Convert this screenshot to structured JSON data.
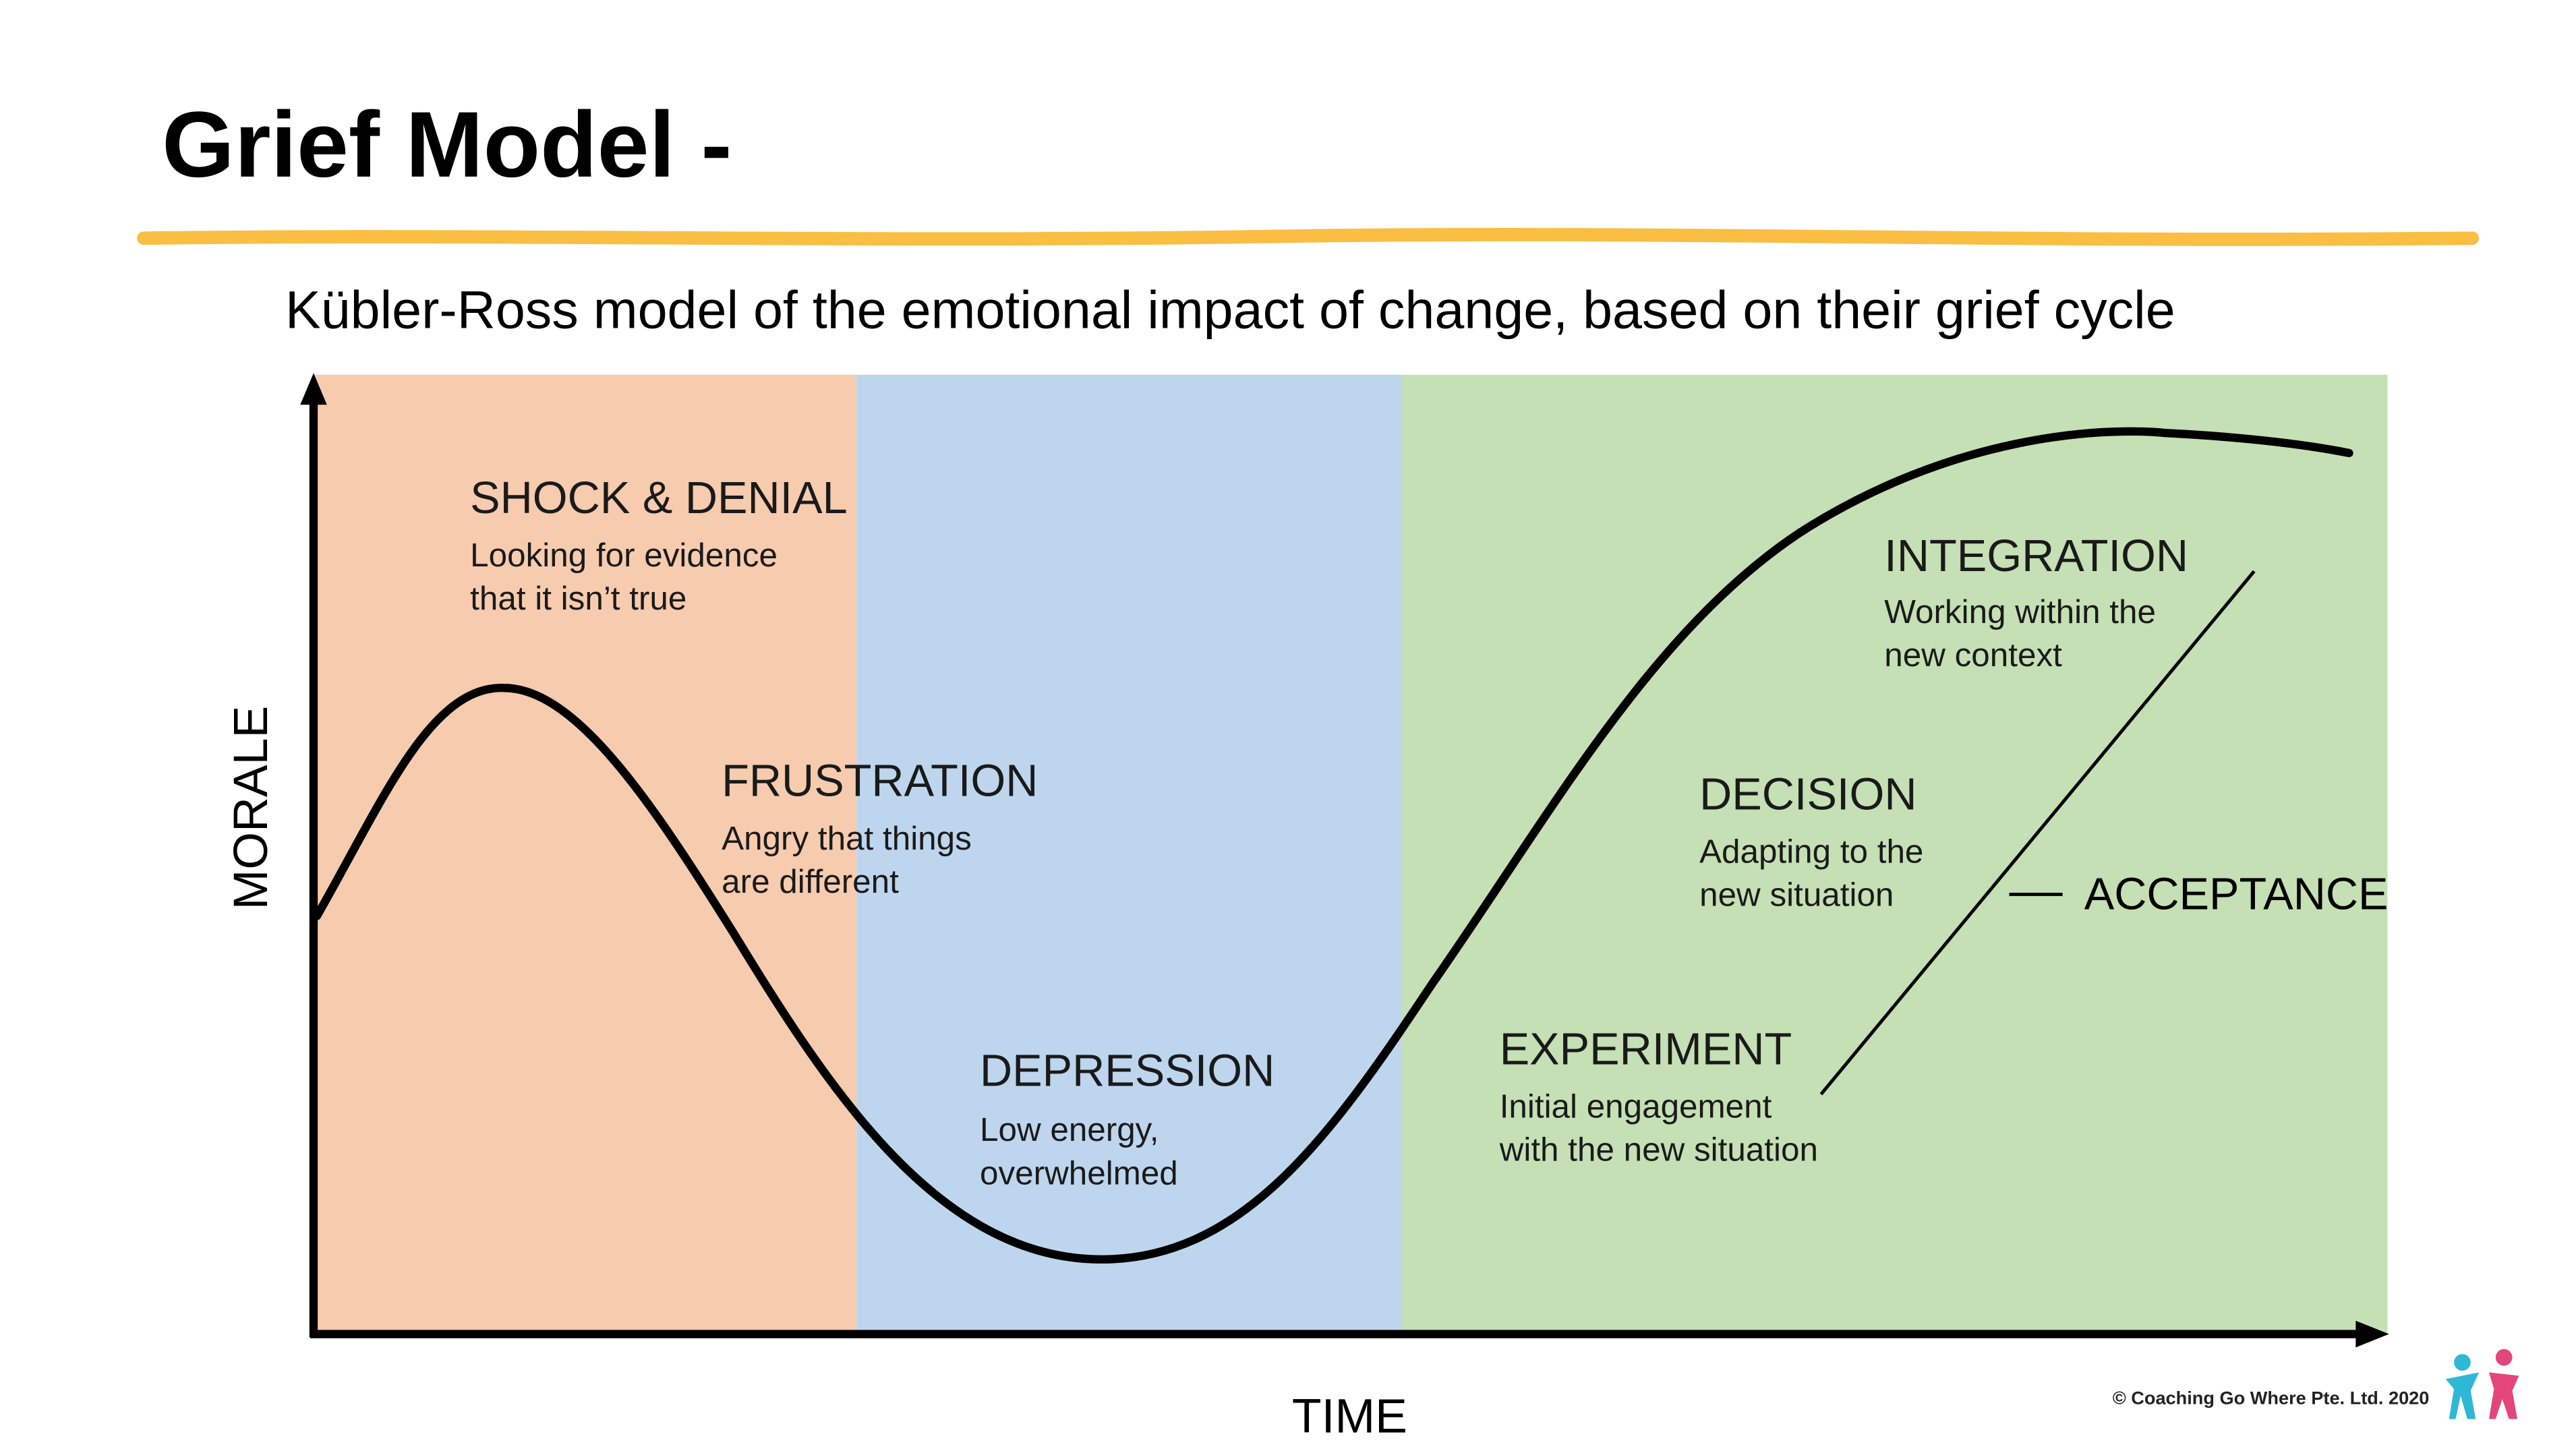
{
  "slide": {
    "title": "Grief Model -",
    "subtitle": "Kübler-Ross model of the emotional impact of change, based on their grief cycle",
    "copyright": "© Coaching Go Where Pte. Ltd. 2020",
    "logo_icon": "two-figures-logo-icon"
  },
  "colors": {
    "title_underline": "#F9BE42",
    "phase_1": "#F6CBAE",
    "phase_2": "#BDD6EE",
    "phase_3": "#C5E0B4",
    "curve": "#000000",
    "logo_figure_1": "#2FB7D6",
    "logo_figure_2": "#E4457B"
  },
  "diagram": {
    "y_axis_label": "MORALE",
    "x_axis_label": "TIME",
    "stages": [
      {
        "title": "SHOCK & DENIAL",
        "line1": "Looking for evidence",
        "line2": "that it isn’t true"
      },
      {
        "title": "FRUSTRATION",
        "line1": "Angry that things",
        "line2": "are different"
      },
      {
        "title": "DEPRESSION",
        "line1": "Low energy,",
        "line2": "overwhelmed"
      },
      {
        "title": "EXPERIMENT",
        "line1": "Initial engagement",
        "line2": "with the new situation"
      },
      {
        "title": "DECISION",
        "line1": "Adapting to the",
        "line2": "new situation"
      },
      {
        "title": "INTEGRATION",
        "line1": "Working within the",
        "line2": "new context"
      }
    ],
    "acceptance_label": "ACCEPTANCE"
  }
}
